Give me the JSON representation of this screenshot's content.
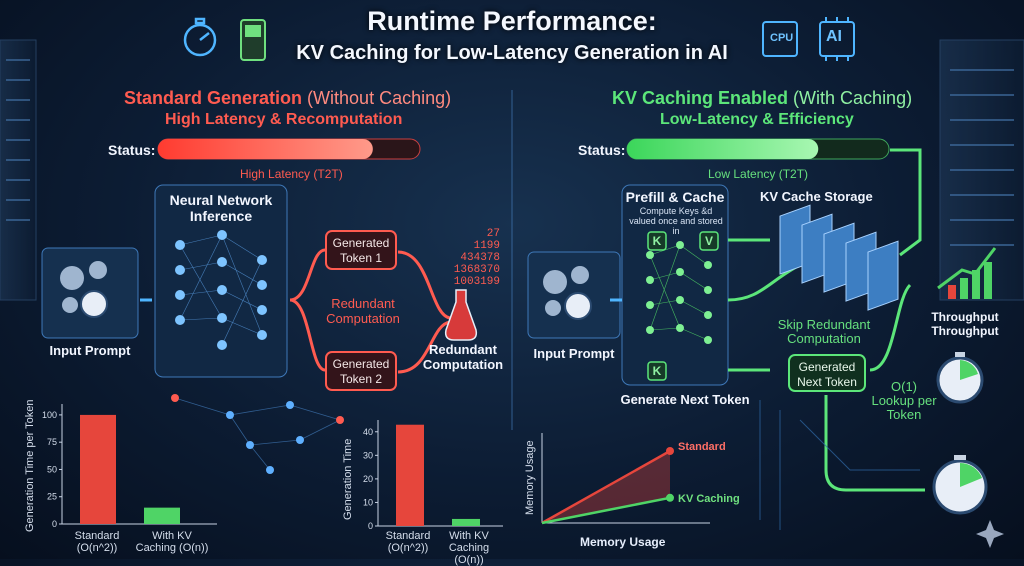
{
  "header": {
    "title": "Runtime Performance:",
    "subtitle": "KV Caching for Low-Latency Generation in AI",
    "icons": [
      "stopwatch-icon",
      "phone-icon",
      "cpu-icon",
      "ai-chip-icon"
    ],
    "cpu_label": "CPU",
    "ai_label": "AI"
  },
  "colors": {
    "standard": "#ff5b50",
    "cached": "#5ce67a",
    "background": "#0c1c33"
  },
  "standard": {
    "heading": "Standard Generation",
    "heading_note": "(Without Caching)",
    "subheading": "High Latency & Recomputation",
    "status_label": "Status:",
    "status_fill": 0.82,
    "status_caption": "High Latency (T2T)",
    "input_prompt": "Input Prompt",
    "nn_title": "Neural Network Inference",
    "token1": "Generated Token 1",
    "token2": "Generated Token 2",
    "redundant_mid": "Redundant Computation",
    "redundant_right": "Redundant Computation",
    "digits": [
      "27",
      "1199",
      "434378",
      "1368370",
      "1003199"
    ]
  },
  "cached": {
    "heading": "KV Caching Enabled",
    "heading_note": "(With Caching)",
    "subheading": "Low-Latency & Efficiency",
    "status_label": "Status:",
    "status_fill": 0.73,
    "status_caption": "Low Latency (T2T)",
    "input_prompt": "Input Prompt",
    "prefill_title": "Prefill & Cache",
    "prefill_desc": "Compute Keys &d valued once and stored in",
    "k_label": "K",
    "v_label": "V",
    "k2_label": "K",
    "storage_title": "KV Cache Storage",
    "skip": "Skip Redundant Computation",
    "next_token": "Generated Next Token",
    "generate": "Generate Next Token",
    "lookup": "O(1) Lookup per Token",
    "throughput1": "Throughput",
    "throughput2": "Throughput"
  },
  "chart_data": [
    {
      "type": "bar",
      "ylabel": "Generation Time per Token",
      "categories": [
        "Standard (O(n^2))",
        "With KV Caching (O(n))"
      ],
      "values": [
        100,
        15
      ],
      "ylim": [
        0,
        110
      ],
      "yticks": [
        0,
        25,
        50,
        75,
        100
      ],
      "colors": [
        "#e6463c",
        "#4fd466"
      ]
    },
    {
      "type": "bar",
      "ylabel": "Generation Time",
      "categories": [
        "Standard (O(n^2))",
        "With KV Caching (O(n))"
      ],
      "values": [
        43,
        3
      ],
      "ylim": [
        0,
        45
      ],
      "yticks": [
        0,
        10,
        20,
        30,
        40
      ],
      "colors": [
        "#e6463c",
        "#4fd466"
      ]
    },
    {
      "type": "line",
      "xlabel": "Memory Usage",
      "ylabel": "Memory Usage",
      "x": [
        0,
        1
      ],
      "series": [
        {
          "name": "Standard",
          "values": [
            0,
            1.0
          ],
          "color": "#e6463c"
        },
        {
          "name": "KV Caching",
          "values": [
            0,
            0.35
          ],
          "color": "#4fd466"
        }
      ],
      "ylim": [
        0,
        1.25
      ]
    }
  ]
}
